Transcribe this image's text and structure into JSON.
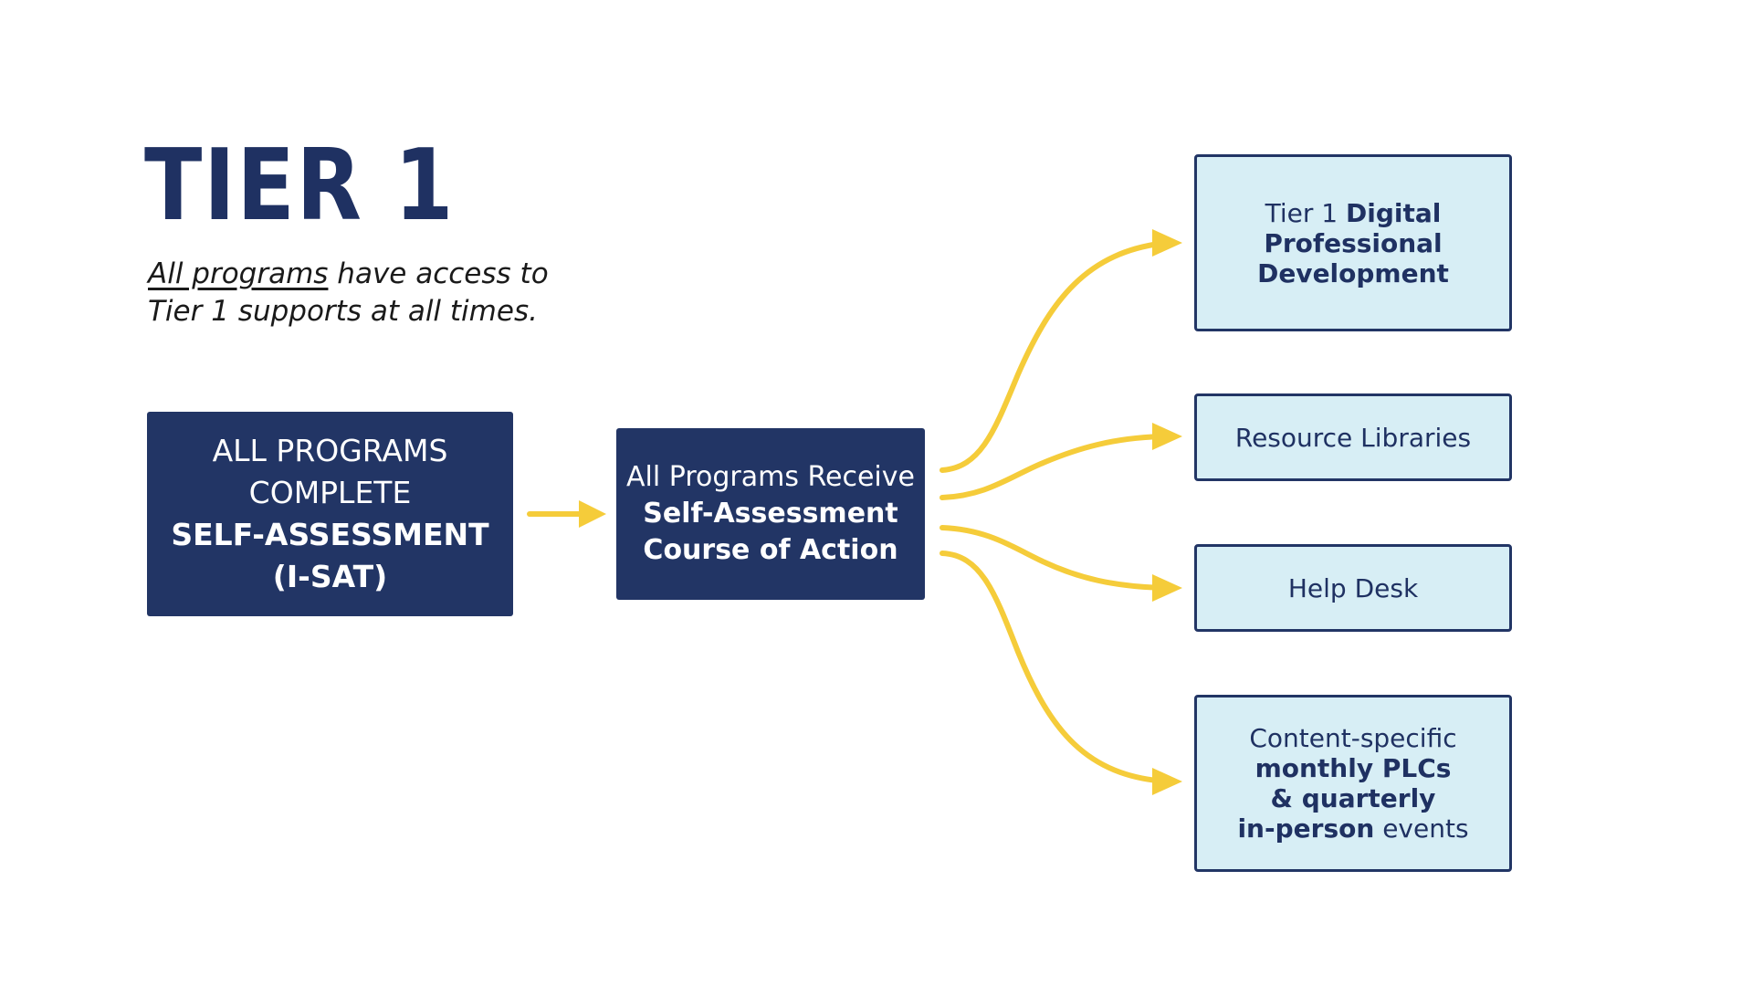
{
  "title": "TIER 1",
  "subtitle": {
    "underlined": "All programs",
    "line1_rest": " have access to",
    "line2": "Tier 1 supports at all times."
  },
  "step1": {
    "line1": "ALL PROGRAMS",
    "line2": "COMPLETE",
    "line3": "SELF-ASSESSMENT",
    "line4": "(I-SAT)"
  },
  "step2": {
    "line1": "All Programs Receive",
    "line2": "Self-Assessment",
    "line3": "Course of Action"
  },
  "supports": {
    "pd": {
      "prefix": "Tier 1 ",
      "bold1": "Digital",
      "bold2": "Professional",
      "bold3": "Development"
    },
    "resources": {
      "label": "Resource Libraries"
    },
    "helpdesk": {
      "label": "Help Desk"
    },
    "plc": {
      "line1": "Content-specific",
      "bold1": "monthly PLCs",
      "bold2": "& quarterly",
      "bold3": "in-person",
      "suffix": " events"
    }
  },
  "colors": {
    "navy": "#223565",
    "light_blue": "#d7eef5",
    "arrow_yellow": "#f5cc3a"
  }
}
